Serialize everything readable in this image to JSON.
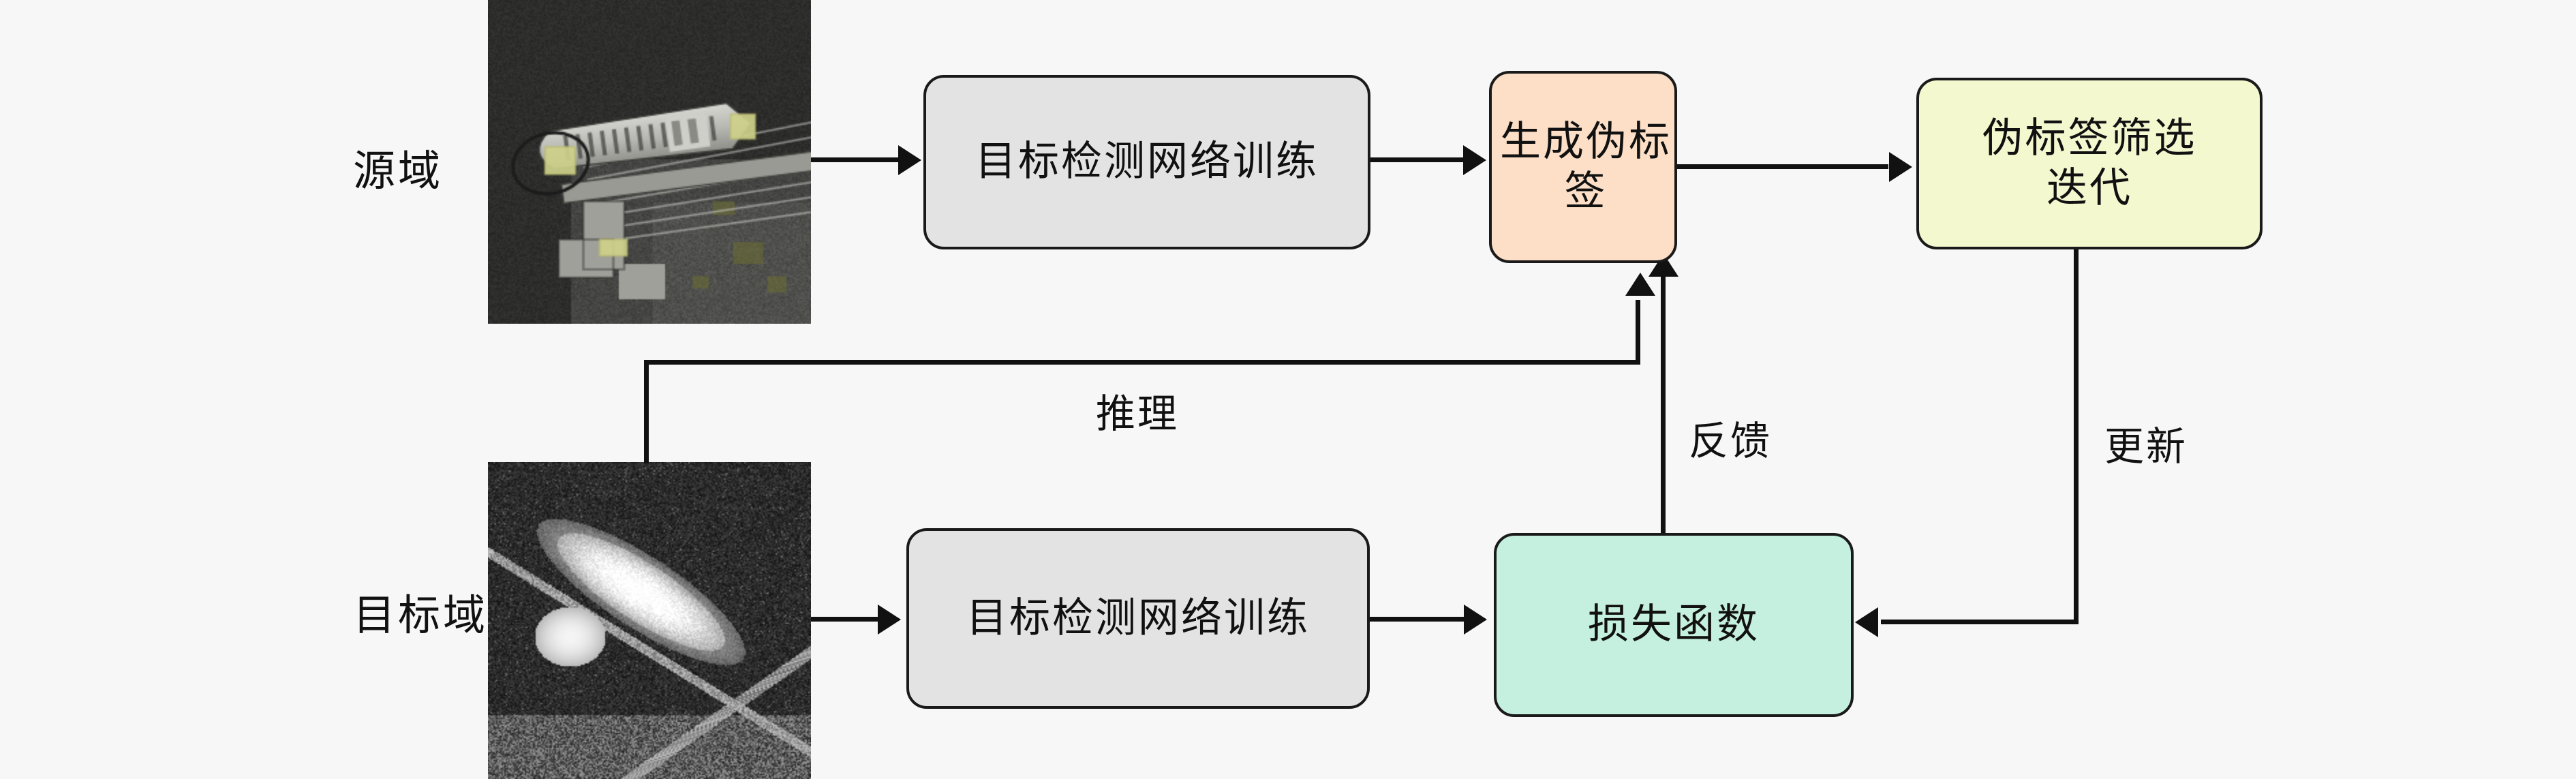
{
  "diagram": {
    "title": "",
    "background": "#f7f7f7",
    "domains": {
      "source_label": "源域",
      "target_label": "目标域"
    },
    "nodes": {
      "detector_source": {
        "label": "目标检测网络训练",
        "fill": "#e3e3e3",
        "stroke": "#1a1a1a"
      },
      "detector_target": {
        "label": "目标检测网络训练",
        "fill": "#e3e3e3",
        "stroke": "#1a1a1a"
      },
      "pseudo_label": {
        "label": "生成伪标签",
        "fill": "#fcdfc6",
        "stroke": "#1a1a1a"
      },
      "filter_iterate": {
        "label_line1": "伪标签筛选",
        "label_line2": "迭代",
        "fill": "#f4f8cf",
        "stroke": "#1a1a1a"
      },
      "loss_function": {
        "label": "损失函数",
        "fill": "#c5efdf",
        "stroke": "#1a1a1a"
      }
    },
    "edges": {
      "inference": "推理",
      "feedback": "反馈",
      "update": "更新"
    },
    "images": {
      "source": {
        "alt": "optical-aerial-harbor-image",
        "kind": "optical",
        "annotation_color": "#cfd08a"
      },
      "target": {
        "alt": "sonar-shipwreck-image",
        "kind": "sonar"
      }
    }
  }
}
